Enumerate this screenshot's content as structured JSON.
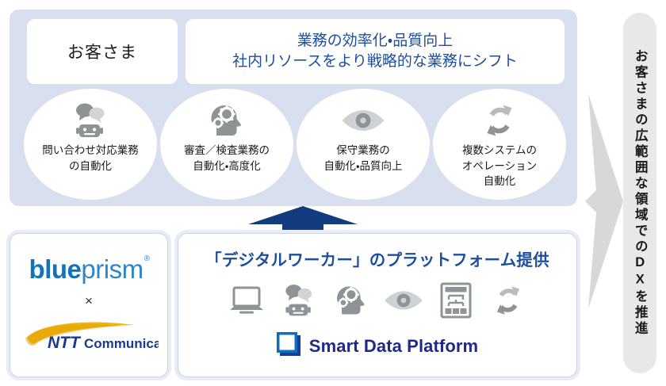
{
  "top_panel": {
    "customer_label": "お客さま",
    "benefit_lines": [
      "業務の効率化・品質向上",
      "社内リソースをより戦略的な業務にシフト"
    ],
    "circles": [
      {
        "icon": "chat-robot-icon",
        "caption": "問い合わせ対応業務\nの自動化"
      },
      {
        "icon": "head-gears-icon",
        "caption": "審査／検査業務の\n自動化・高度化"
      },
      {
        "icon": "eye-icon",
        "caption": "保守業務の\n自動化・品質向上"
      },
      {
        "icon": "refresh-cycle-icon",
        "caption": "複数システムの\nオペレーション\n自動化"
      }
    ]
  },
  "arrow_up": {
    "icon": "up-arrow-icon"
  },
  "logo_panel": {
    "blueprism": {
      "part1": "blue",
      "part2": "prism",
      "registered": "®"
    },
    "times": "×",
    "ntt": {
      "mark": "NTT",
      "word": "Communications"
    }
  },
  "platform_panel": {
    "title": "「デジタルワーカー」のプラットフォーム提供",
    "icons": [
      "laptop-icon",
      "chat-robot-icon",
      "head-gears-icon",
      "eye-icon",
      "workflow-panel-icon",
      "refresh-cycle-icon"
    ],
    "product": {
      "mark": "sdp-square-icon",
      "name": "Smart Data Platform"
    }
  },
  "right_band": {
    "vertical_text": "お客さまの広範囲な領域でのDXを推進",
    "arrow_icon": "right-arrow-icon"
  },
  "colors": {
    "panel_bg": "#d8e0f0",
    "accent_blue": "#1f4e9c",
    "navy_arrow": "#123c7e",
    "blueprism_blue": "#1372b8",
    "ntt_yellow": "#f2b60b",
    "sdp_navy": "#202a86",
    "sdp_square_blue": "#0a6fc2",
    "icon_gray": "#8e9396",
    "band_gray": "#e8e8e8"
  }
}
